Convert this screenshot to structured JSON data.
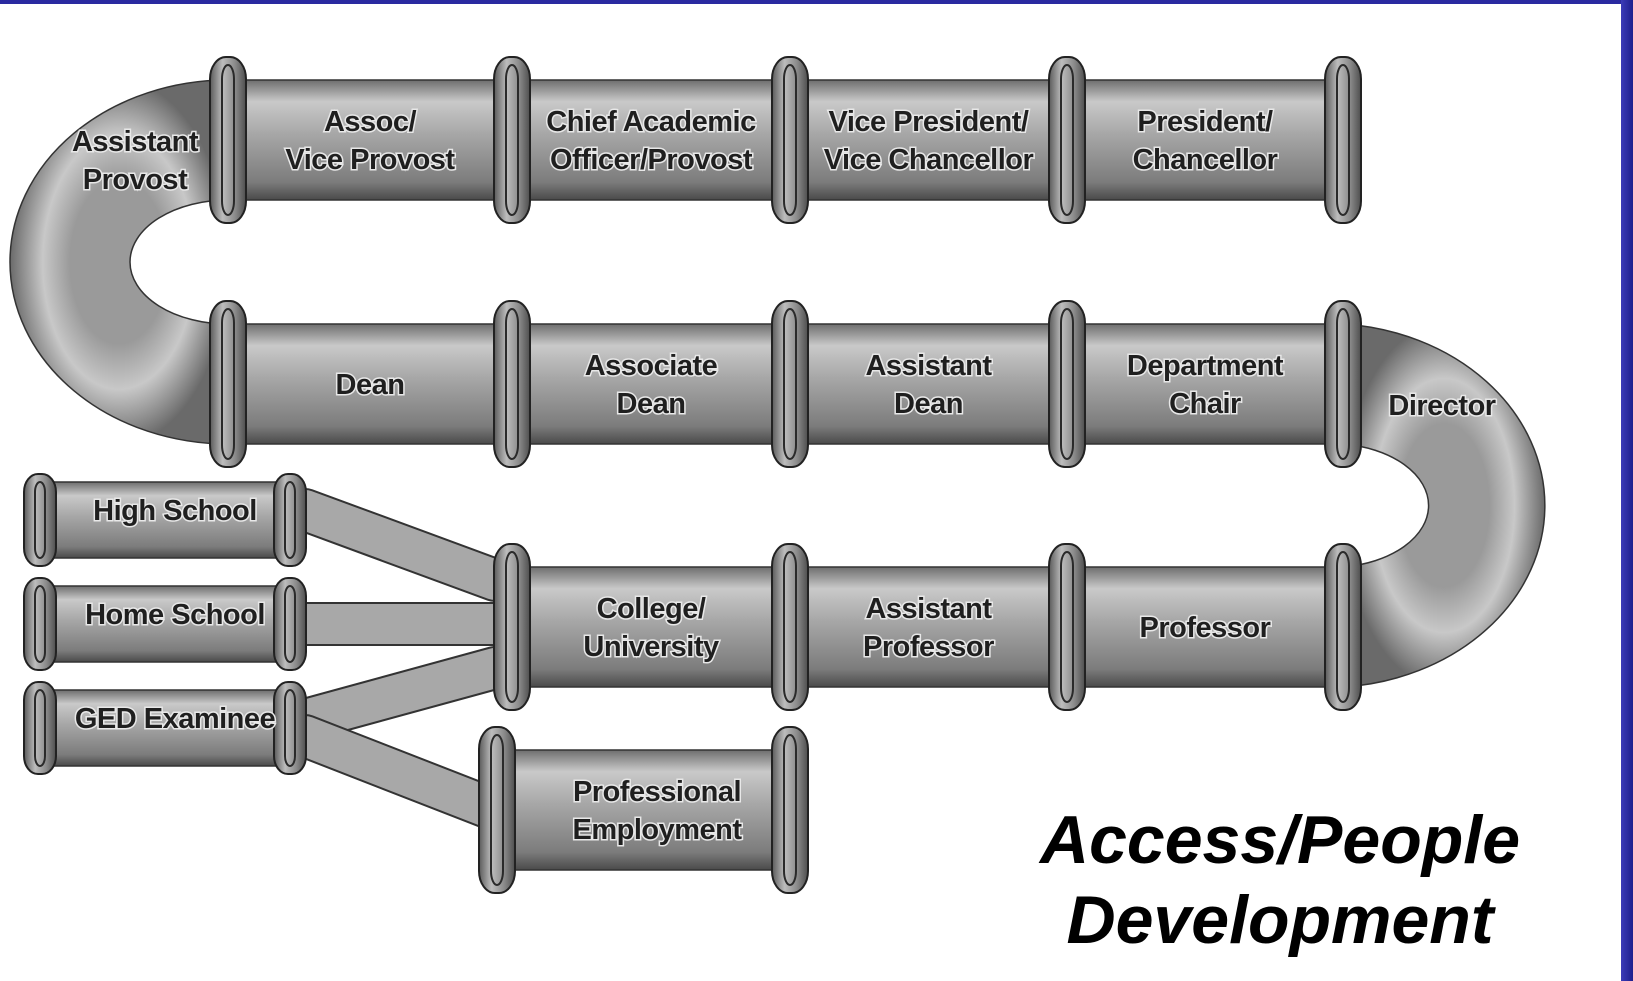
{
  "pipeline": {
    "top_row": [
      "Assistant\nProvost",
      "Assoc/\nVice Provost",
      "Chief Academic\nOfficer/Provost",
      "Vice President/\nVice Chancellor",
      "President/\nChancellor"
    ],
    "middle_row": [
      "Dean",
      "Associate\nDean",
      "Assistant\nDean",
      "Department\nChair",
      "Director"
    ],
    "bottom_row": [
      "College/\nUniversity",
      "Assistant\nProfessor",
      "Professor"
    ],
    "entry_points": [
      "High School",
      "Home School",
      "GED Examinee"
    ],
    "side_branch": "Professional\nEmployment"
  },
  "title": {
    "line1": "Access/People",
    "line2": "Development"
  },
  "colors": {
    "pipe": "#9a9a9a",
    "frame": "#2a2aa0",
    "text": "#1f1f1f"
  }
}
